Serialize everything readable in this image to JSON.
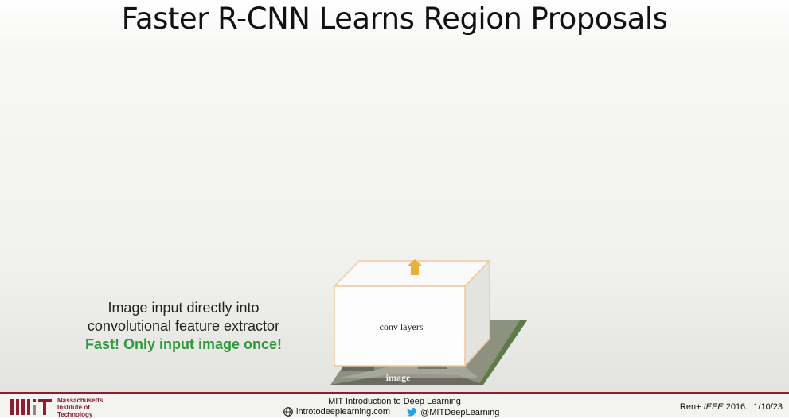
{
  "slide": {
    "title": "Faster R-CNN Learns Region Proposals"
  },
  "notes": {
    "line1": "Image input directly into",
    "line2": "convolutional feature extractor",
    "line3": "Fast! Only input image once!"
  },
  "diagram": {
    "conv_label": "conv layers",
    "image_label": "image",
    "arrow_icon": "up-arrow-icon",
    "arrow_color": "#e8b23a",
    "box_edge_color": "#f2c79a"
  },
  "footer": {
    "institute_line1": "Massachusetts",
    "institute_line2": "Institute of",
    "institute_line3": "Technology",
    "course": "MIT Introduction to Deep Learning",
    "website": "introtodeeplearning.com",
    "twitter": "@MITDeepLearning",
    "cite_authors": "Ren+",
    "cite_venue": "IEEE",
    "cite_year": "2016.",
    "date": "1/10/23",
    "brand_color": "#8a1f2f",
    "twitter_color": "#1da1f2"
  }
}
